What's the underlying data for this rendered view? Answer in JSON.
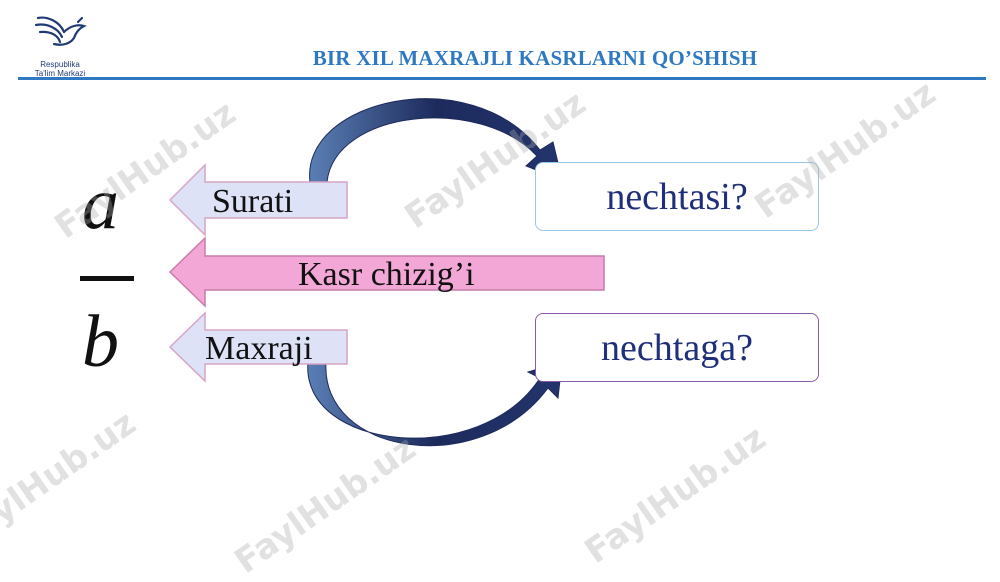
{
  "logo": {
    "line1": "Respublika",
    "line2": "Ta'lim Markazi"
  },
  "header": {
    "title": "BIR XIL MAXRAJLI KASRLARNI QO’SHISH"
  },
  "fraction": {
    "numerator": "a",
    "denominator": "b"
  },
  "arrows": {
    "numerator_label": "Surati",
    "line_label": "Kasr chizig’i",
    "denominator_label": "Maxraji"
  },
  "boxes": {
    "top_question": "nechtasi?",
    "bottom_question": "nechtaga?"
  },
  "watermark": {
    "text": "FaylHub.uz"
  },
  "colors": {
    "header_blue": "#2e79c2",
    "arrow_light": "#dde2f7",
    "arrow_pink": "#f3a7d6",
    "curve_navy": "#1d2a5c",
    "question_text": "#1f2f7a"
  }
}
